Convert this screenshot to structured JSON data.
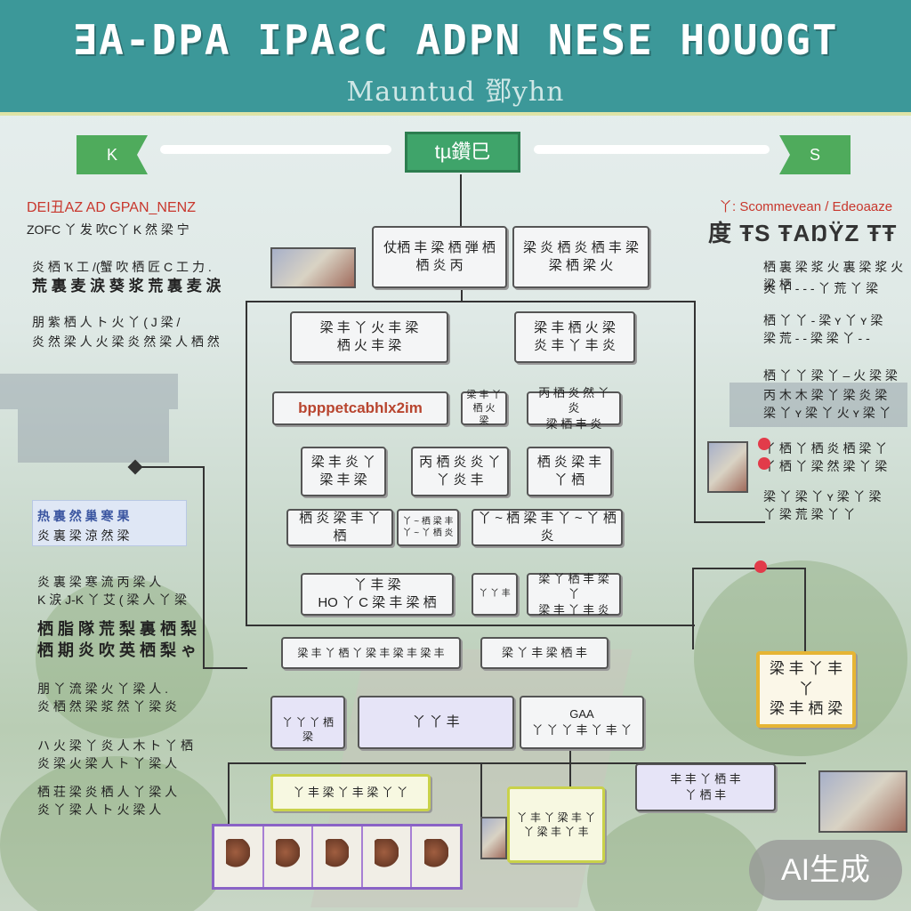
{
  "header": {
    "title": "ƎA-DPA IPAƧC ADPN NESE HOUOGT",
    "subtitle": "Mauntud 鄧yhn"
  },
  "top": {
    "flag_left": "K",
    "flag_right": "S",
    "root": "tµ鑽巳"
  },
  "left_column": {
    "red_label": "DEI丑AZ AD GPAN_NENZ",
    "line1": "ZOFC 丫 发 吹C丫 K 然 梁 宁",
    "line2": "炎 栖 Ҡ 工 /(蟹 吹 栖 匠 C 工 力 .",
    "line3": "荒 裏 麦 涙 葵 浆 荒 裏 麦 涙",
    "line4": "朋 紫 栖 人 ト 火 丫 ( Ј 梁 /",
    "line5": "炎 然 梁 人 火 梁 炎 然 梁 人 栖 然",
    "highlight": "热 裏 然 巢 寒 果",
    "line6": "炎 裏 梁 涼 然 梁",
    "line7": "炎 裏 梁 寒 流 丙 梁 人",
    "line8": "K 涙 J-K 丫 艾 ( 梁 人 丫 梁",
    "bold1": "栖 脂 隊 荒 梨 裏 栖 梨",
    "bold2": "栖 期 炎 吹 英 栖 梨 ゃ",
    "line9": "朋 丫 流 梁 火 丫 梁 人 .",
    "line10": "炎 栖 然 梁 浆 然 丫 梁 炎",
    "line11": "ハ 火 梁 丫 炎 人 木 ト 丫 栖",
    "line12": "炎 梁 火 梁 人 ト 丫 梁 人",
    "line13": "栖 荘 梁 炎 栖 人 丫 梁 人",
    "line14": "炎 丫 梁 人 ト 火 梁 人"
  },
  "right_column": {
    "red_label": "丫: Scommevean / Edeoaaze",
    "heading": "度 ŦS ŦAŊŸZ ŦŦ",
    "line1": "栖 裏 梁 浆 火 裏 梁 浆 火 梁 栖",
    "line2": "炎 丫 - - - 丫 荒 丫 梁",
    "line3": "栖 丫 丫 - 梁 ʏ 丫 ʏ 梁",
    "line4": "梁 荒 - - 梁 梁 丫 - -",
    "line5": "栖 丫 丫 梁 丫 ‒ 火 梁 梁",
    "line6": "丙 木 木 梁 丫 梁 炎 梁",
    "line7": "梁 丫 ʏ 梁 丫 火 ʏ 梁 丫",
    "line8": "丫 栖 丫 栖 炎 栖 梁 丫",
    "line9": "丫 栖 丫 梁 然 梁 丫 梁",
    "line10": "梁 丫 梁 丫 ʏ 梁 丫 梁",
    "line11": "丫 梁 荒 梁 丫 丫"
  },
  "nodes": {
    "n1": "仗栖 丰 梁 栖 弾 栖\n栖 炎 丙",
    "n2": "梁 炎 栖 炎 栖 丰 梁\n梁 栖 梁 火",
    "n3": "梁 丰 丫 火 丰 梁\n栖 火 丰 梁",
    "n4": "梁 丰 栖 火 梁\n炎 丰 丫 丰 炎",
    "n5": "bpppetcabhlx2im",
    "n6": "梁 丰 丫 栖 火\n梁",
    "n7": "丙 栖 炎 然 丫 炎\n梁 栖 丰 炎",
    "n8": "梁 丰 炎 丫\n梁 丰 梁",
    "n9": "丙 栖 炎 炎 丫\n丫 炎 丰",
    "n10": "栖 炎 梁 丰 丫 栖",
    "n11": "丫 ~ 栖 梁 丰 丫 ~ 丫 栖 炎",
    "n12": "丫 丰 梁\nHO 丫 C 梁 丰 梁 栖",
    "n13": "梁 丫 栖 丰 梁 丫\n梁 丰 丫 丰 炎",
    "n14": "梁 丰 丫 栖 丫 梁 丰 梁 丰 梁 丰",
    "n15": "梁 丫 丰 梁 栖 丰",
    "n16": "丫 丫 丰",
    "n17": "丫 丫 丫 栖 梁",
    "n18": "GAA\n丫 丫 丫 丰 丫 丰 丫",
    "n19": "梁 丰 丫 丰 丫\n梁 丰 栖 梁",
    "n20": "丫 丰 梁 丫 丰 梁 丫 丫",
    "n21": "丰 丰 丫 栖 丰\n丫 栖 丰",
    "n22": "丫 丰 丫 梁 丰 丫\n丫 梁 丰 丫 丰"
  },
  "badge": "AI生成"
}
